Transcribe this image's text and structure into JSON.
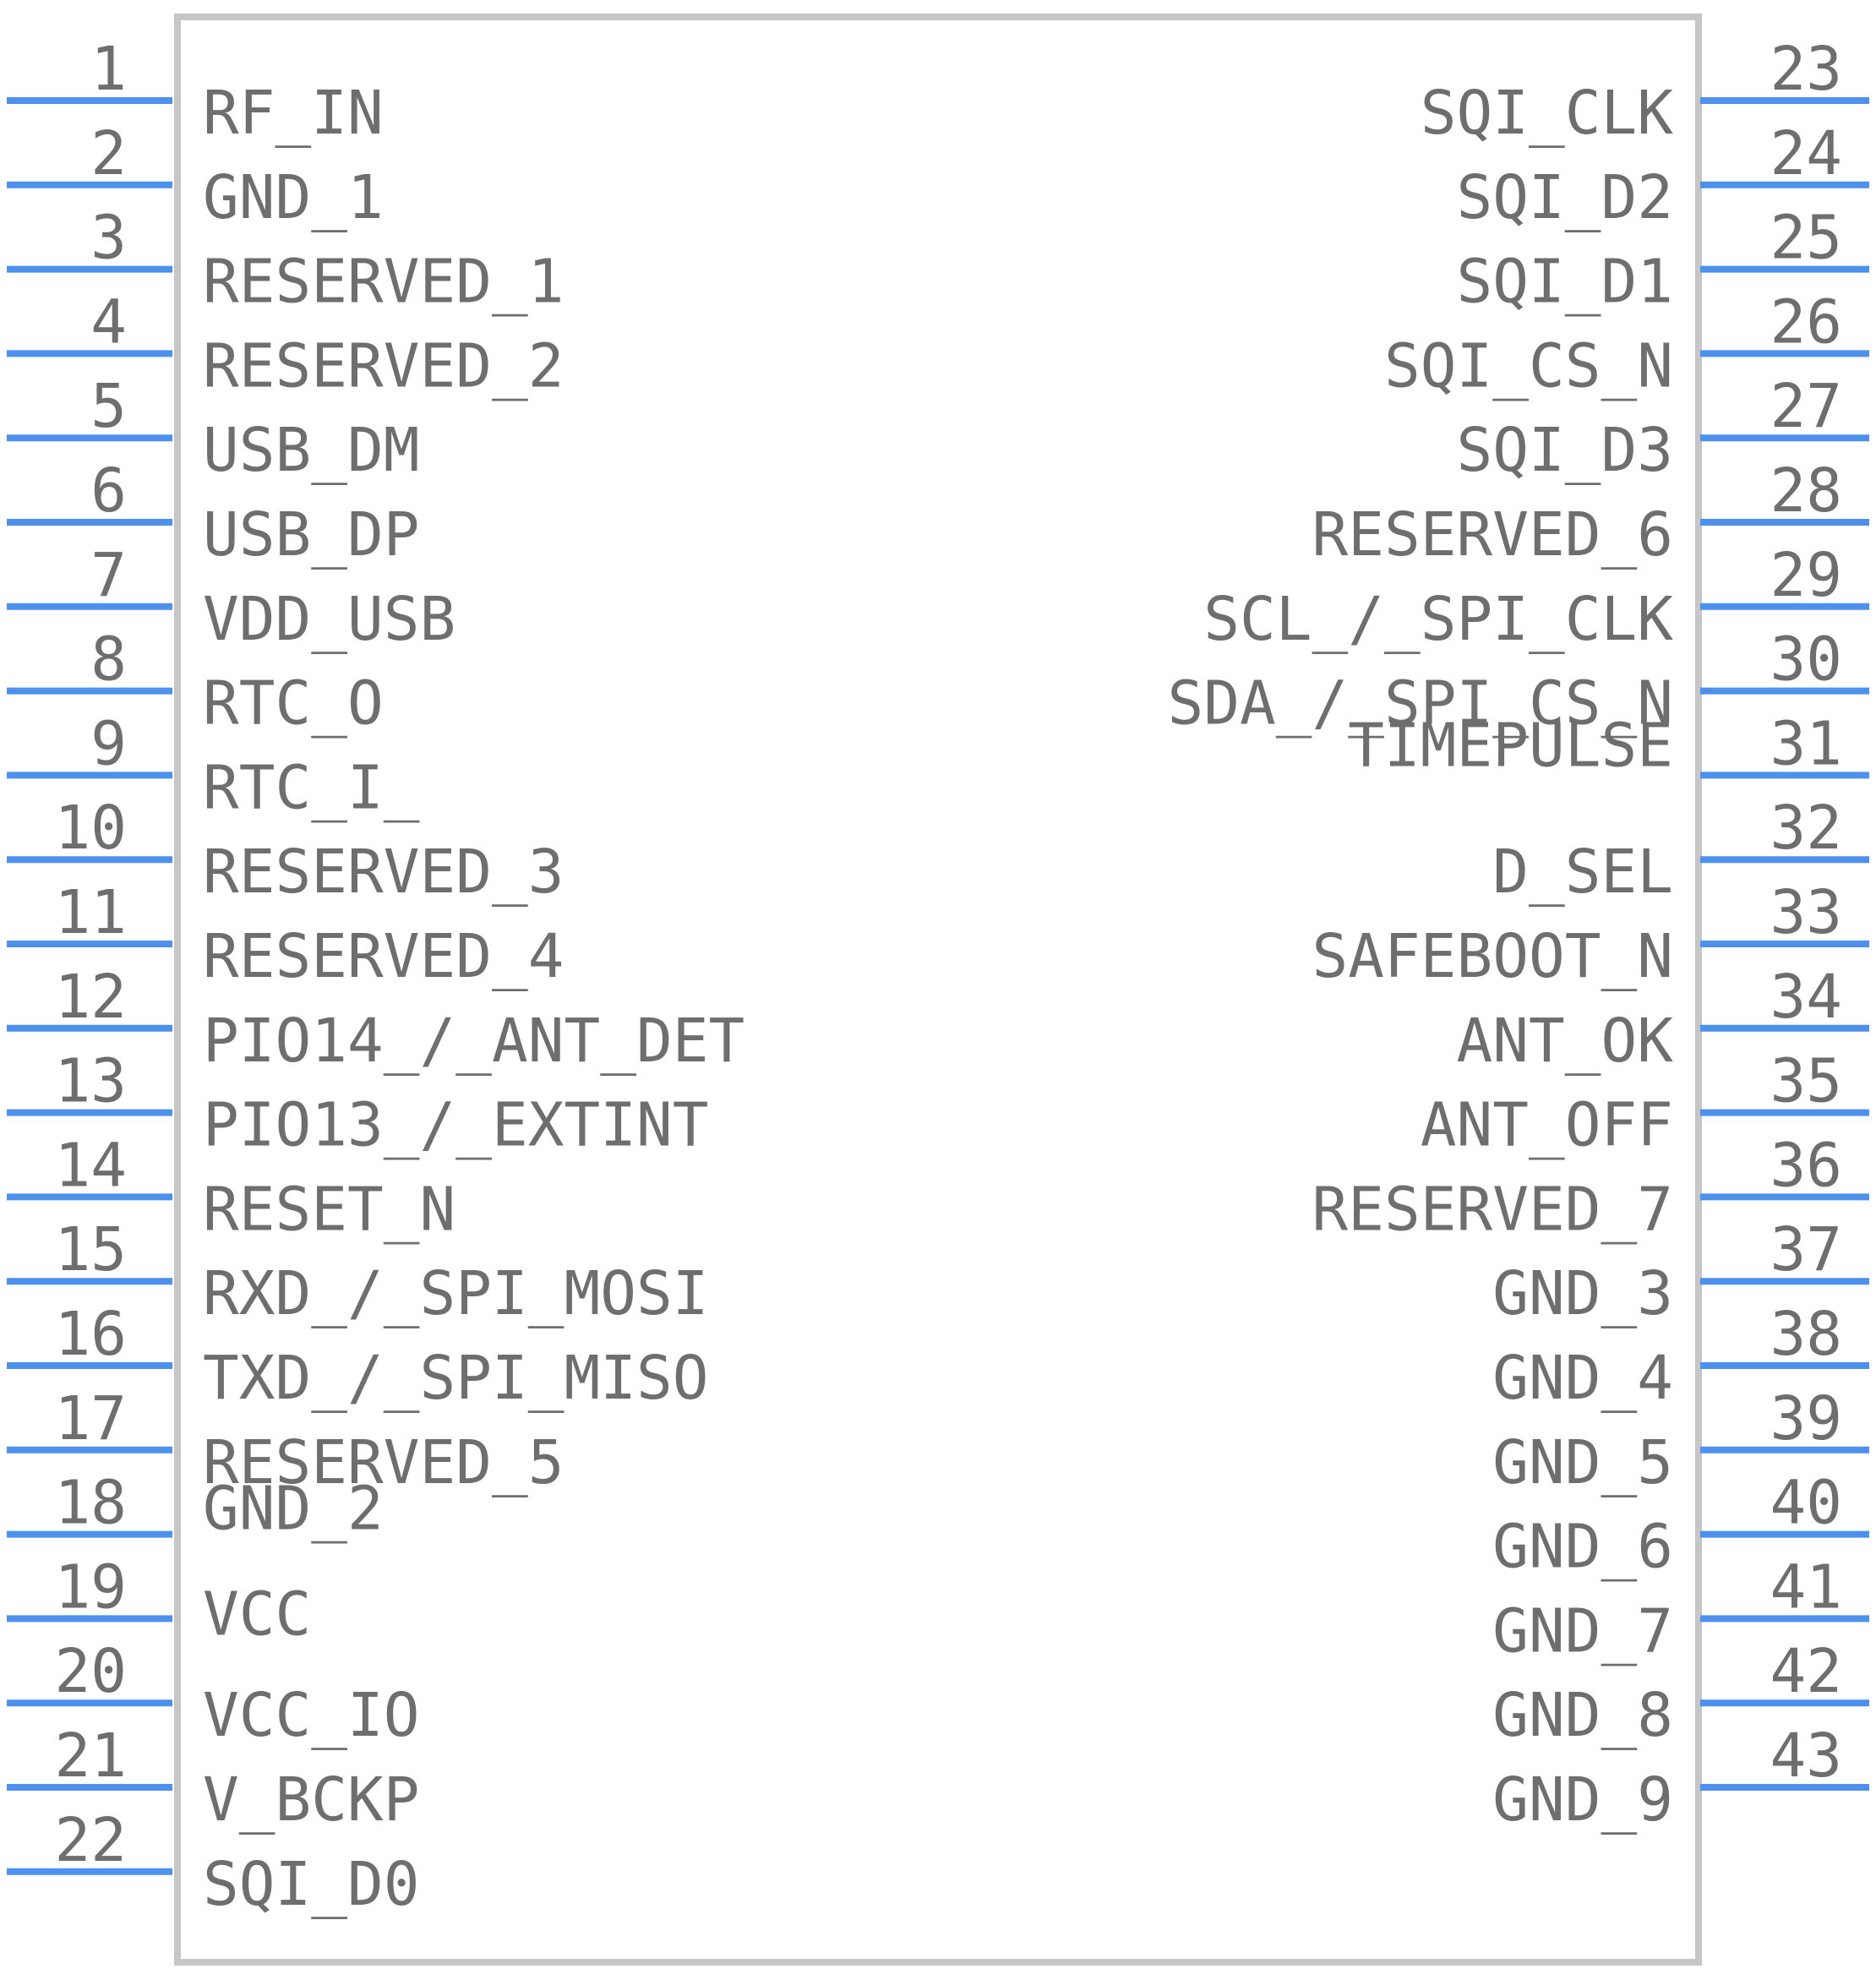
{
  "colors": {
    "pin": "#4d90ee",
    "outline": "#c6c6c6",
    "text": "#6e6e6e",
    "background": "#ffffff"
  },
  "left_pins": [
    {
      "number": "1",
      "name": "RF_IN"
    },
    {
      "number": "2",
      "name": "GND_1"
    },
    {
      "number": "3",
      "name": "RESERVED_1"
    },
    {
      "number": "4",
      "name": "RESERVED_2"
    },
    {
      "number": "5",
      "name": "USB_DM"
    },
    {
      "number": "6",
      "name": "USB_DP"
    },
    {
      "number": "7",
      "name": "VDD_USB"
    },
    {
      "number": "8",
      "name": "RTC_O"
    },
    {
      "number": "9",
      "name": "RTC_I_"
    },
    {
      "number": "10",
      "name": "RESERVED_3"
    },
    {
      "number": "11",
      "name": "RESERVED_4"
    },
    {
      "number": "12",
      "name": "PIO14_/_ANT_DET"
    },
    {
      "number": "13",
      "name": "PIO13_/_EXTINT"
    },
    {
      "number": "14",
      "name": "RESET_N"
    },
    {
      "number": "15",
      "name": "RXD_/_SPI_MOSI"
    },
    {
      "number": "16",
      "name": "TXD_/_SPI_MISO"
    },
    {
      "number": "17",
      "name": "RESERVED_5"
    },
    {
      "number": "18",
      "name": "GND_2"
    },
    {
      "number": "19",
      "name": "VCC"
    },
    {
      "number": "20",
      "name": "VCC_IO"
    },
    {
      "number": "21",
      "name": "V_BCKP"
    },
    {
      "number": "22",
      "name": "SQI_D0"
    }
  ],
  "right_pins": [
    {
      "number": "23",
      "name": "SQI_CLK"
    },
    {
      "number": "24",
      "name": "SQI_D2"
    },
    {
      "number": "25",
      "name": "SQI_D1"
    },
    {
      "number": "26",
      "name": "SQI_CS_N"
    },
    {
      "number": "27",
      "name": "SQI_D3"
    },
    {
      "number": "28",
      "name": "RESERVED_6"
    },
    {
      "number": "29",
      "name": "SCL_/_SPI_CLK"
    },
    {
      "number": "30",
      "name": "SDA_/_SPI_CS_N"
    },
    {
      "number": "31",
      "name": "TIMEPULSE"
    },
    {
      "number": "32",
      "name": "D_SEL"
    },
    {
      "number": "33",
      "name": "SAFEBOOT_N"
    },
    {
      "number": "34",
      "name": "ANT_OK"
    },
    {
      "number": "35",
      "name": "ANT_OFF"
    },
    {
      "number": "36",
      "name": "RESERVED_7"
    },
    {
      "number": "37",
      "name": "GND_3"
    },
    {
      "number": "38",
      "name": "GND_4"
    },
    {
      "number": "39",
      "name": "GND_5"
    },
    {
      "number": "40",
      "name": "GND_6"
    },
    {
      "number": "41",
      "name": "GND_7"
    },
    {
      "number": "42",
      "name": "GND_8"
    },
    {
      "number": "43",
      "name": "GND_9"
    }
  ]
}
